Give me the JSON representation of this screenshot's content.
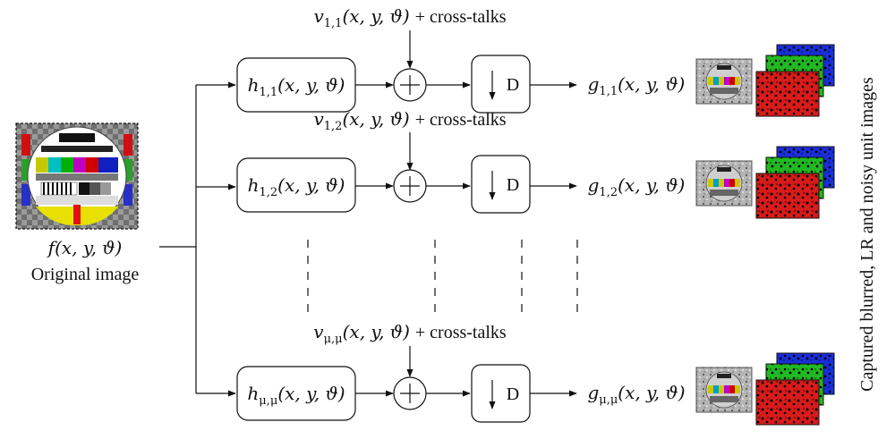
{
  "source": {
    "formula": "f(x, y, ϑ)",
    "label": "Original image"
  },
  "channels": [
    {
      "filter": "h",
      "sub": "1,1",
      "noise": "v",
      "noise_sub": "1,1",
      "noise_suffix": "+ cross-talks",
      "down": "D",
      "out": "g",
      "out_sub": "1,1"
    },
    {
      "filter": "h",
      "sub": "1,2",
      "noise": "v",
      "noise_sub": "1,2",
      "noise_suffix": "+ cross-talks",
      "down": "D",
      "out": "g",
      "out_sub": "1,2"
    },
    {
      "filter": "h",
      "sub": "μ,μ",
      "noise": "v",
      "noise_sub": "μ,μ",
      "noise_suffix": "+ cross-talks",
      "down": "D",
      "out": "g",
      "out_sub": "μ,μ"
    }
  ],
  "args": "(x, y, ϑ)",
  "side_label": "Captured blurred, LR and noisy unit images",
  "colors": {
    "red": "#d81b1b",
    "green": "#22b822",
    "blue": "#1a2ed8",
    "gray": "#8c8c8c"
  }
}
